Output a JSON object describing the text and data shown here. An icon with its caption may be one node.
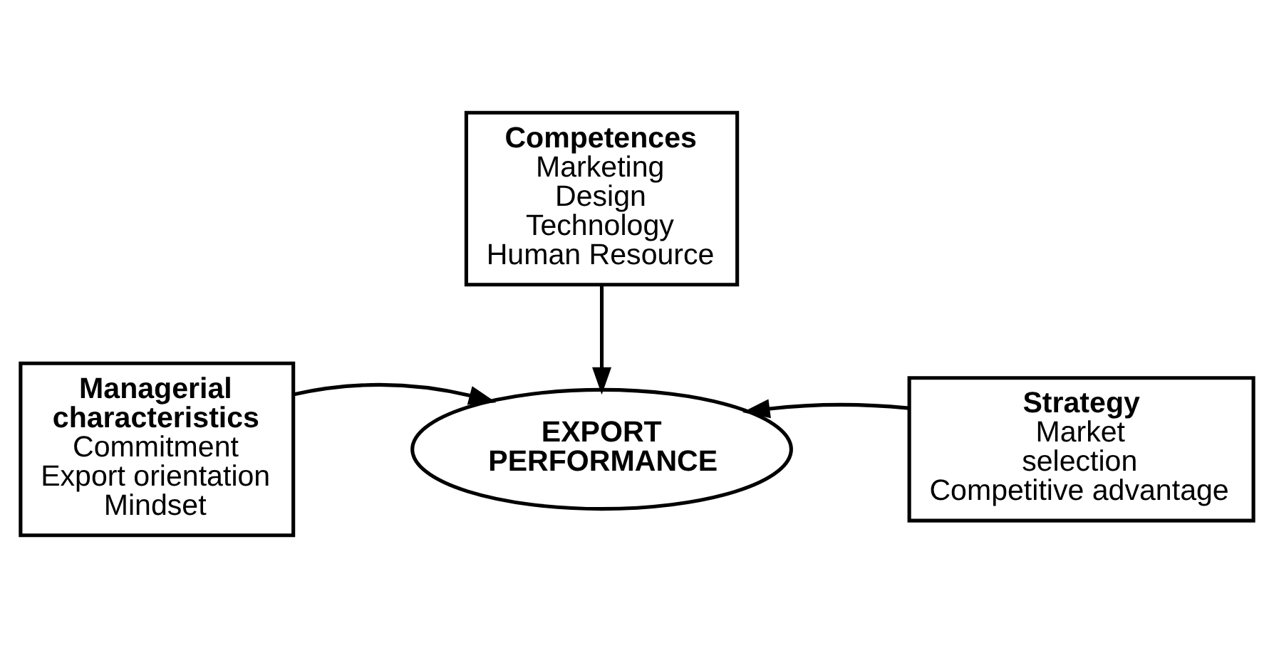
{
  "diagram": {
    "nodes": [
      {
        "text": [
          "Competences",
          "Marketing",
          "Design",
          "Technology",
          "Human Resource"
        ]
      },
      {
        "text": [
          "Managerial characteristics",
          "Commitment",
          "Export orientation",
          "Mindset"
        ]
      },
      {
        "text": [
          "EXPORT PERFORMANCE"
        ]
      },
      {
        "text": [
          "Strategy",
          "Market selection",
          "Competitive advantage"
        ]
      }
    ],
    "edges": [
      {
        "from": 0,
        "to": 2,
        "arrow": "to"
      },
      {
        "from": 1,
        "to": 2,
        "arrow": "to"
      },
      {
        "from": 3,
        "to": 2,
        "arrow": "to"
      }
    ]
  }
}
